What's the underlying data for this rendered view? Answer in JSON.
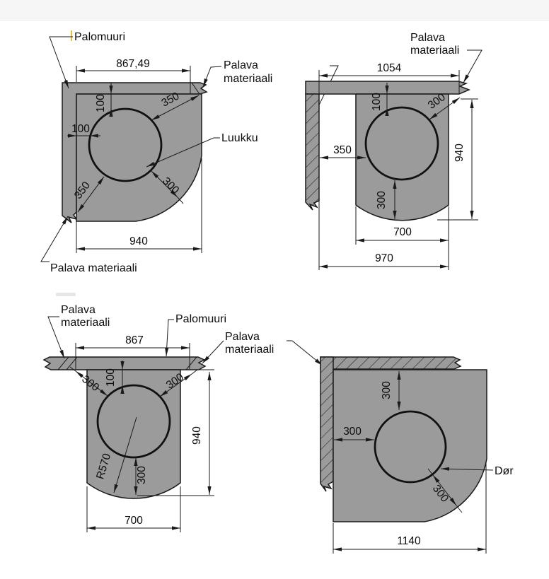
{
  "meta": {
    "kind": "fire-clearance technical drawing",
    "panel_count": "4"
  },
  "colors": {
    "surface": "#9b9b9b",
    "line": "#1a1a1a",
    "text": "#0c0c0c",
    "page": "#ffffff",
    "top_band": "#f6f6f6",
    "cursor_accent": "#e8c23c",
    "artifact": "#d8d8d8"
  },
  "labels": {
    "palomuuri": "Palomuuri",
    "palava_line1": "Palava",
    "palava_line2": "materiaali",
    "palava_single": "Palava materiaali",
    "luukku": "Luukku",
    "dor": "Dør"
  },
  "panels": {
    "top_left": {
      "dims": {
        "top_width": "867,49",
        "top_gap": "100",
        "side_gap": "100",
        "clearance_top_right": "350",
        "clearance_bottom_left": "350",
        "clearance_bottom_right": "300",
        "bottom_width": "940"
      }
    },
    "top_right": {
      "dims": {
        "top_width": "1054",
        "top_gap": "100",
        "wall_gap": "350",
        "clearance_top_right": "300",
        "height": "940",
        "bottom_gap": "300",
        "inner_width": "700",
        "outer_width": "970"
      }
    },
    "bottom_left": {
      "dims": {
        "top_width": "867",
        "top_gap": "100",
        "clearance_left": "300",
        "clearance_right": "300",
        "radius": "R570",
        "bottom_gap": "300",
        "height": "940",
        "bottom_width": "700"
      }
    },
    "bottom_right": {
      "dims": {
        "top_gap": "300",
        "left_gap": "300",
        "corner_clearance": "300",
        "bottom_width": "1140"
      }
    }
  }
}
